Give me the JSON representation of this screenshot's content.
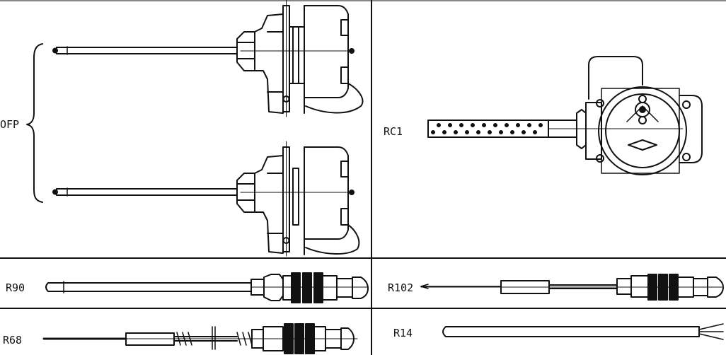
{
  "colors": {
    "ink": "#111111",
    "paper": "#ffffff"
  },
  "labels": {
    "ofp": "OFP",
    "rc1": "RC1",
    "r90": "R90",
    "r102": "R102",
    "r68": "R68",
    "r14": "R14"
  }
}
